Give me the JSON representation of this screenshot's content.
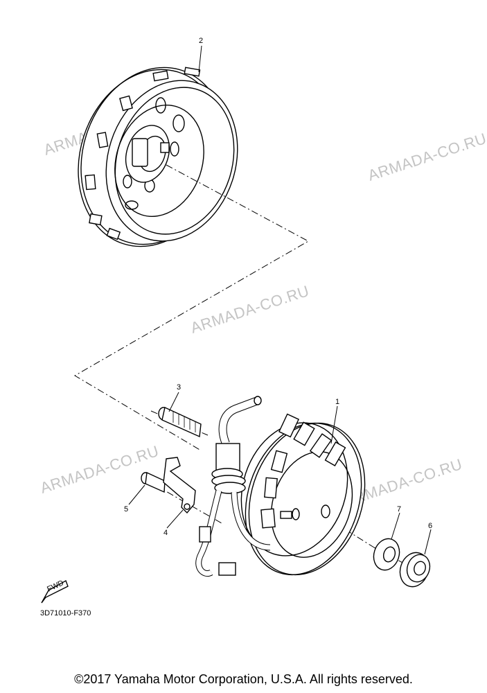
{
  "watermarks": [
    "ARMADA-CO.RU",
    "ARMADA-CO.RU",
    "ARMADA-CO.RU",
    "ARMADA-CO.RU",
    "ARMADA-CO.RU"
  ],
  "callouts": [
    "1",
    "2",
    "3",
    "4",
    "5",
    "6",
    "7"
  ],
  "fwd_label": "FWD",
  "diagram_code": "3D71010-F370",
  "copyright": "©2017 Yamaha Motor Corporation, U.S.A. All rights reserved."
}
